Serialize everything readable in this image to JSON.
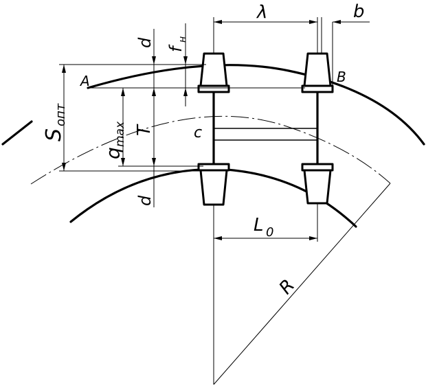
{
  "labels": {
    "lambda": "λ",
    "b": "b",
    "d_top": "d",
    "f_n_f": "f",
    "f_n_sub": "н",
    "s_f": "S",
    "s_sub": "опт",
    "q_f": "q",
    "q_sub": "max",
    "t": "T",
    "d_bottom": "d",
    "a": "A",
    "b_point": "B",
    "c": "c",
    "l0_f": "L",
    "l0_sub": "0",
    "r": "R"
  }
}
